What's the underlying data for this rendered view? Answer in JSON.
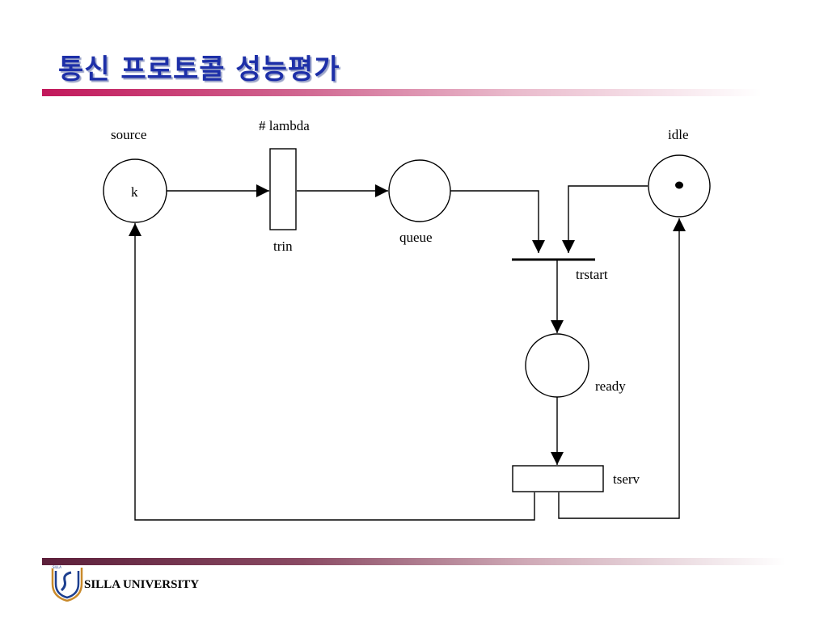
{
  "slide": {
    "title": "통신 프로토콜 성능평가"
  },
  "diagram": {
    "places": {
      "source": {
        "label": "source",
        "token": "k"
      },
      "queue": {
        "label": "queue"
      },
      "idle": {
        "label": "idle"
      },
      "ready": {
        "label": "ready"
      }
    },
    "transitions": {
      "trin": {
        "label": "trin",
        "rate": "# lambda"
      },
      "trstart": {
        "label": "trstart"
      },
      "tserv": {
        "label": "tserv"
      }
    }
  },
  "footer": {
    "logo_text": "SILLA",
    "university": "SILLA UNIVERSITY"
  },
  "colors": {
    "title": "#1d2fa8",
    "accent": "#c2185b",
    "footer_accent": "#5c1f3a"
  }
}
